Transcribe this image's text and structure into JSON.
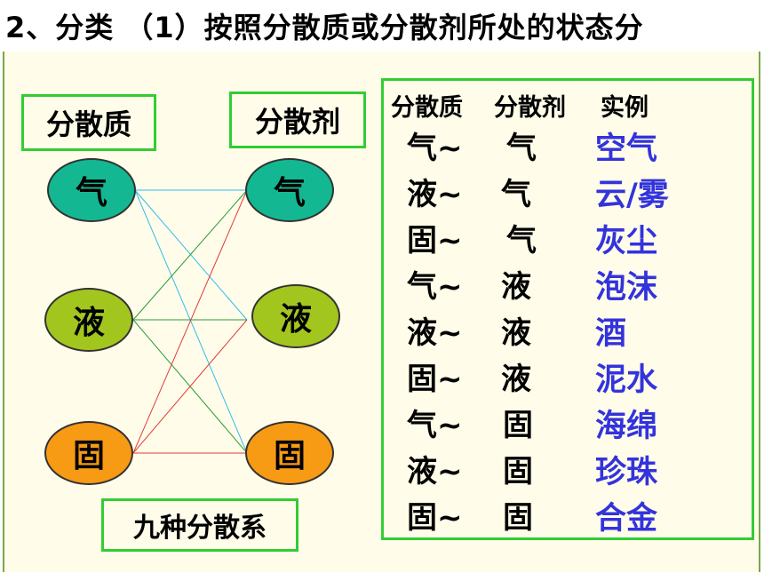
{
  "title": "2、分类 （1）按照分散质或分散剂所处的状态分",
  "left_label": "分散质",
  "right_label": "分散剂",
  "bottom_label": "九种分散系",
  "states": {
    "gas": "气",
    "liquid": "液",
    "solid": "固"
  },
  "state_colors": {
    "gas": "#13b892",
    "liquid": "#a3c61e",
    "solid": "#f79a14"
  },
  "table": {
    "headers": [
      "分散质",
      "分散剂",
      "实例"
    ],
    "rows": [
      [
        "气~",
        "气",
        "空气"
      ],
      [
        "液~",
        "气",
        "云/雾"
      ],
      [
        "固~",
        "气",
        "灰尘"
      ],
      [
        "气~",
        "液",
        "泡沫"
      ],
      [
        "液~",
        "液",
        "酒"
      ],
      [
        "固~",
        "液",
        "泥水"
      ],
      [
        "气~",
        "固",
        "海绵"
      ],
      [
        "液~",
        "固",
        "珍珠"
      ],
      [
        "固~",
        "固",
        "合金"
      ]
    ]
  },
  "example_color": "#3333dd"
}
